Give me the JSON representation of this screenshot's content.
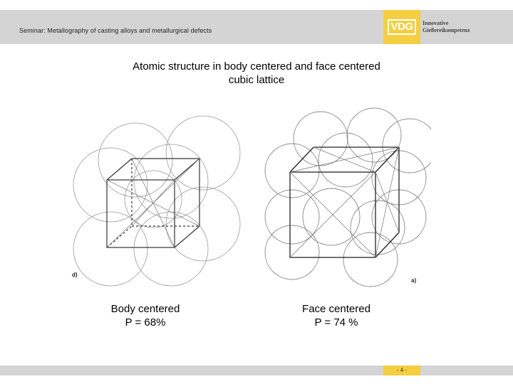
{
  "header": {
    "seminar_text": "Seminar: Metallography of casting alloys and metallurgical defects",
    "logo_mark": "VDG",
    "logo_line1": "Innovative",
    "logo_line2": "Gießereikompetenz"
  },
  "slide": {
    "title_line1": "Atomic structure in body centered and face centered",
    "title_line2": "cubic lattice"
  },
  "figures": {
    "left_label": "d)",
    "right_label": "a)"
  },
  "captions": {
    "left_line1": "Body centered",
    "left_line2": "P = 68%",
    "right_line1": "Face centered",
    "right_line2": "P = 74 %"
  },
  "footer": {
    "page_number": "- 4 -"
  },
  "colors": {
    "header_gray": "#d4d4d4",
    "logo_yellow": "#f3cf41"
  }
}
